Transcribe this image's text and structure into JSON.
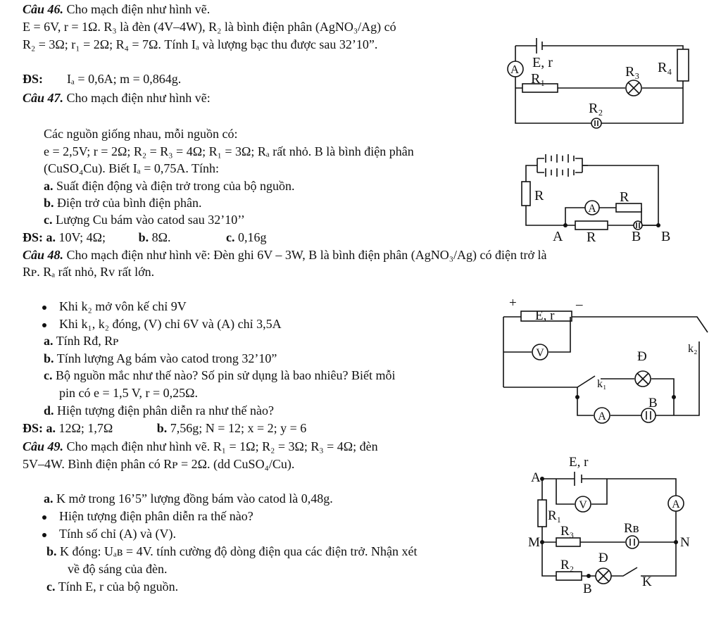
{
  "q46": {
    "label": "Câu 46.",
    "title": "Cho mạch điện như hình vẽ.",
    "line1": "E = 6V, r = 1Ω. R₃ là đèn (4V–4W), R₂ là bình điện phân (AgNO₃/Ag) có",
    "line2": "R₂ = 3Ω; r₁ = 2Ω; R₄ = 7Ω. Tính Iₐ và lượng bạc thu được sau 32’10”.",
    "ans_label": "ĐS:",
    "ans": "Iₐ = 0,6A; m = 0,864g.",
    "fig": {
      "e": "E, r",
      "r1": "R₁",
      "r3": "R₃",
      "r4": "R₄",
      "r2": "R₂",
      "a": "A"
    }
  },
  "q47": {
    "label": "Câu 47.",
    "title": "Cho mạch điện như hình vẽ:",
    "line1": "Các nguồn giống nhau, mỗi nguồn có:",
    "line2": "e = 2,5V; r = 2Ω; R₂ = R₃ = 4Ω; R₁ = 3Ω; Rₐ rất nhỏ. B là bình điện phân",
    "line3": "(CuSO₄Cu). Biết Iₐ = 0,75A. Tính:",
    "a_label": "a.",
    "a": "Suất điện động và điện trở trong của bộ nguồn.",
    "b_label": "b.",
    "b": "Điện trở của bình điện phân.",
    "c_label": "c.",
    "c": "Lượng Cu bám vào catod sau 32’10’’",
    "ans_label": "ĐS:",
    "ans_a_label": "a.",
    "ans_a": "10V; 4Ω;",
    "ans_b_label": "b.",
    "ans_b": "8Ω.",
    "ans_c_label": "c.",
    "ans_c": "0,16g",
    "fig": {
      "r": "R",
      "r_top": "R",
      "r_bot": "R",
      "a_node": "A",
      "b_mid": "B",
      "b_right": "B",
      "amm": "A"
    }
  },
  "q48": {
    "label": "Câu 48.",
    "title": "Cho mạch điện như hình vẽ: Đèn ghi 6V – 3W, B là bình điện phân (AgNO₃/Ag) có điện trở là",
    "line2": "Rᴘ. Rₐ rất nhỏ, Rᴠ rất lớn.",
    "bul1": "Khi k₂ mở vôn kế chỉ 9V",
    "bul2": "Khi k₁, k₂ đóng, (V) chỉ 6V và (A) chỉ 3,5A",
    "a_label": "a.",
    "a": "Tính Rđ, Rᴘ",
    "b_label": "b.",
    "b": "Tính lượng Ag bám vào catod trong 32’10”",
    "c_label": "c.",
    "c1": "Bộ nguồn mắc như thế nào? Số pin sử dụng là bao nhiêu? Biết mỗi",
    "c2": "pin có e = 1,5 V, r = 0,25Ω.",
    "d_label": "d.",
    "d": "Hiện tượng điện phân diễn ra như thế nào?",
    "ans_label": "ĐS:",
    "ans_a_label": "a.",
    "ans_a": "12Ω; 1,7Ω",
    "ans_b_label": "b.",
    "ans_b": "7,56g; N = 12; x = 2; y = 6",
    "fig": {
      "plus": "+",
      "minus": "–",
      "e": "E, r",
      "v": "V",
      "d": "Đ",
      "k1": "k₁",
      "k2": "k₂",
      "b": "B",
      "a": "A"
    }
  },
  "q49": {
    "label": "Câu 49.",
    "title": "Cho mạch điện như hình vẽ. R₁ = 1Ω; R₂ = 3Ω; R₃ = 4Ω; đèn",
    "line2": "5V–4W. Bình điện phân có Rᴘ = 2Ω. (dd CuSO₄/Cu).",
    "a_label": "a.",
    "a": "K mở trong 16’5” lượng đồng bám vào catod là 0,48g.",
    "bul1": "Hiện tượng điện phân diễn ra thế nào?",
    "bul2": "Tính số chỉ (A) và (V).",
    "b_label": "b.",
    "b1": "K đóng: Uₐʙ = 4V. tính cường độ dòng điện qua các điện trở. Nhận xét",
    "b2": "về độ sáng của đèn.",
    "c_label": "c.",
    "c": "Tính E, r của bộ nguồn.",
    "fig": {
      "e": "E, r",
      "a_node": "A",
      "v": "V",
      "amm": "A",
      "r1": "R₁",
      "r3": "R₃",
      "rb": "Rʙ",
      "m": "M",
      "n": "N",
      "d": "Đ",
      "r2": "R₂",
      "b": "B",
      "k": "K"
    }
  }
}
